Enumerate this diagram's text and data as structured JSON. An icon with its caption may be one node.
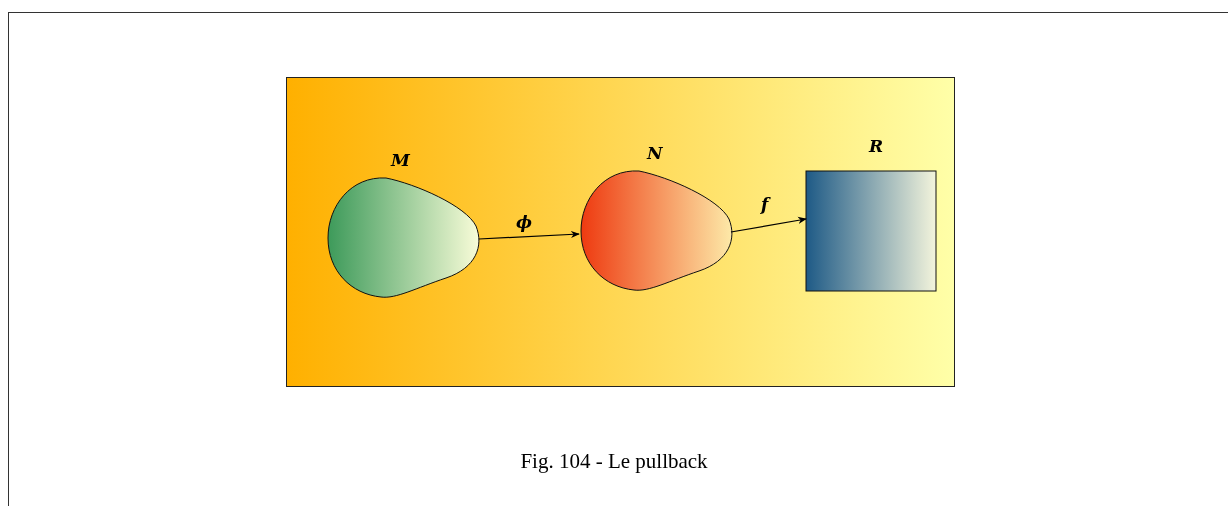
{
  "diagram": {
    "caption": "Fig. 104 - Le pullback",
    "nodes": [
      {
        "text": [],
        "shape": "box"
      },
      {
        "text": [
          "M"
        ],
        "in": 0
      },
      {
        "text": [
          "N"
        ],
        "in": 0
      },
      {
        "text": [
          "R"
        ],
        "in": 0
      }
    ],
    "edges": [
      {
        "from": 1,
        "to": 2,
        "arrow": "to",
        "label": "ϕ"
      },
      {
        "from": 2,
        "to": 3,
        "arrow": "to",
        "label": "f"
      }
    ]
  }
}
